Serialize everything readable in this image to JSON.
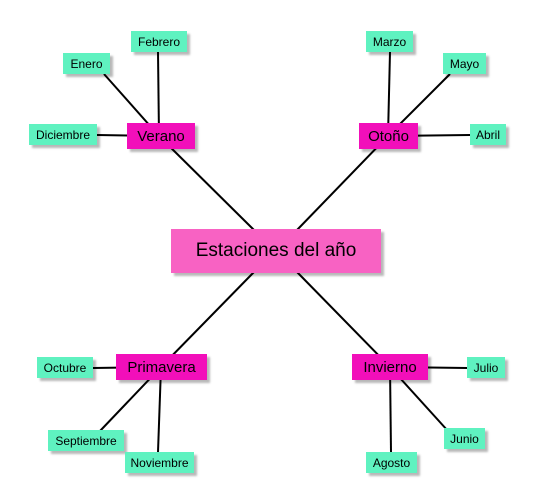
{
  "colors": {
    "center_fill": "#f862c3",
    "season_fill": "#f20fba",
    "month_fill": "#5ff2c0",
    "connector": "#000000"
  },
  "center": {
    "label": "Estaciones del año"
  },
  "seasons": [
    {
      "label": "Verano",
      "months": [
        "Enero",
        "Febrero",
        "Diciembre"
      ]
    },
    {
      "label": "Otoño",
      "months": [
        "Marzo",
        "Mayo",
        "Abril"
      ]
    },
    {
      "label": "Primavera",
      "months": [
        "Octubre",
        "Septiembre",
        "Noviembre"
      ]
    },
    {
      "label": "Invierno",
      "months": [
        "Julio",
        "Junio",
        "Agosto"
      ]
    }
  ]
}
